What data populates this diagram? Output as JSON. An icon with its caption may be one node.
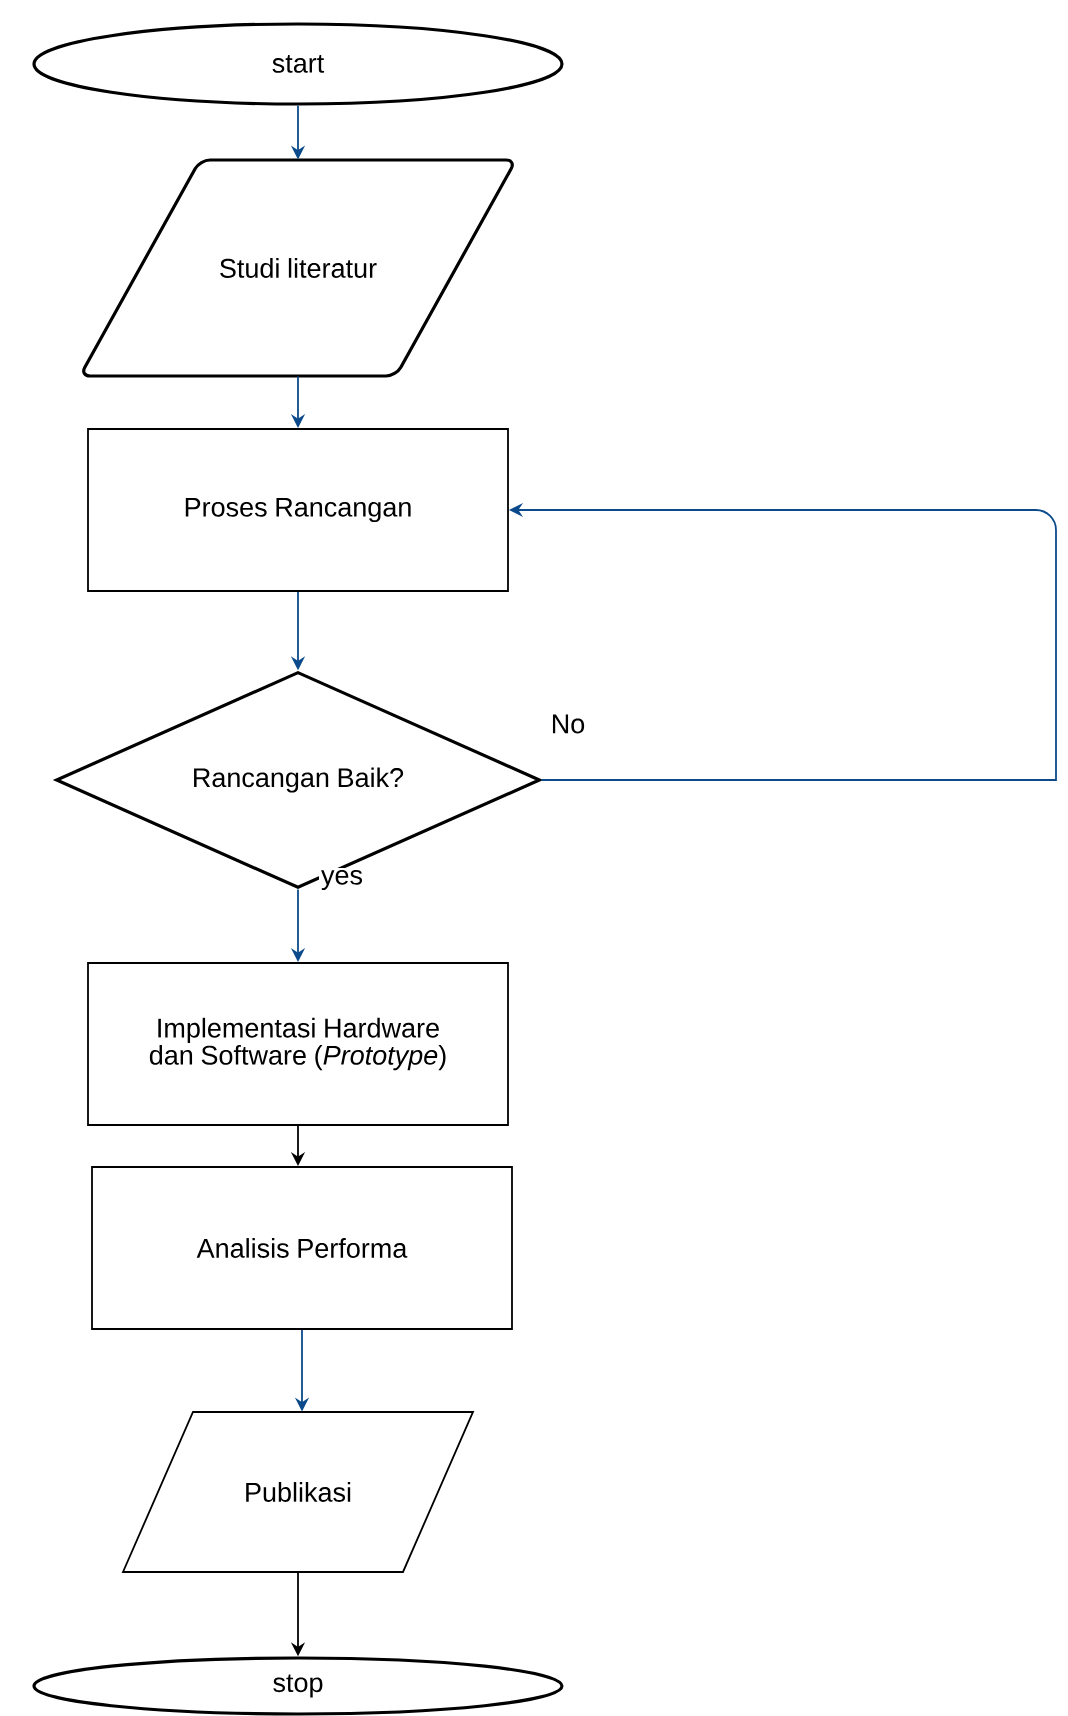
{
  "diagram": {
    "nodes": [
      {
        "text": [
          "start"
        ]
      },
      {
        "text": [
          "Studi literatur"
        ]
      },
      {
        "text": [
          "Proses Rancangan"
        ]
      },
      {
        "text": [
          "Rancangan Baik?"
        ]
      },
      {
        "text": [
          "Implementasi Hardware dan Software (*Prototype*)"
        ]
      },
      {
        "text": [
          "Analisis Performa"
        ]
      },
      {
        "text": [
          "Publikasi"
        ]
      },
      {
        "text": [
          "stop"
        ]
      }
    ],
    "edges": [
      {
        "from": 0,
        "to": 1,
        "arrow": "to"
      },
      {
        "from": 1,
        "to": 2,
        "arrow": "to"
      },
      {
        "from": 2,
        "to": 3,
        "arrow": "to"
      },
      {
        "from": 3,
        "to": 4,
        "arrow": "to",
        "label": "yes"
      },
      {
        "from": 3,
        "to": 2,
        "arrow": "to",
        "label": "No"
      },
      {
        "from": 4,
        "to": 5,
        "arrow": "to",
        "color": "#000000"
      },
      {
        "from": 5,
        "to": 6,
        "arrow": "to"
      },
      {
        "from": 6,
        "to": 7,
        "arrow": "to",
        "color": "#000000"
      }
    ]
  }
}
